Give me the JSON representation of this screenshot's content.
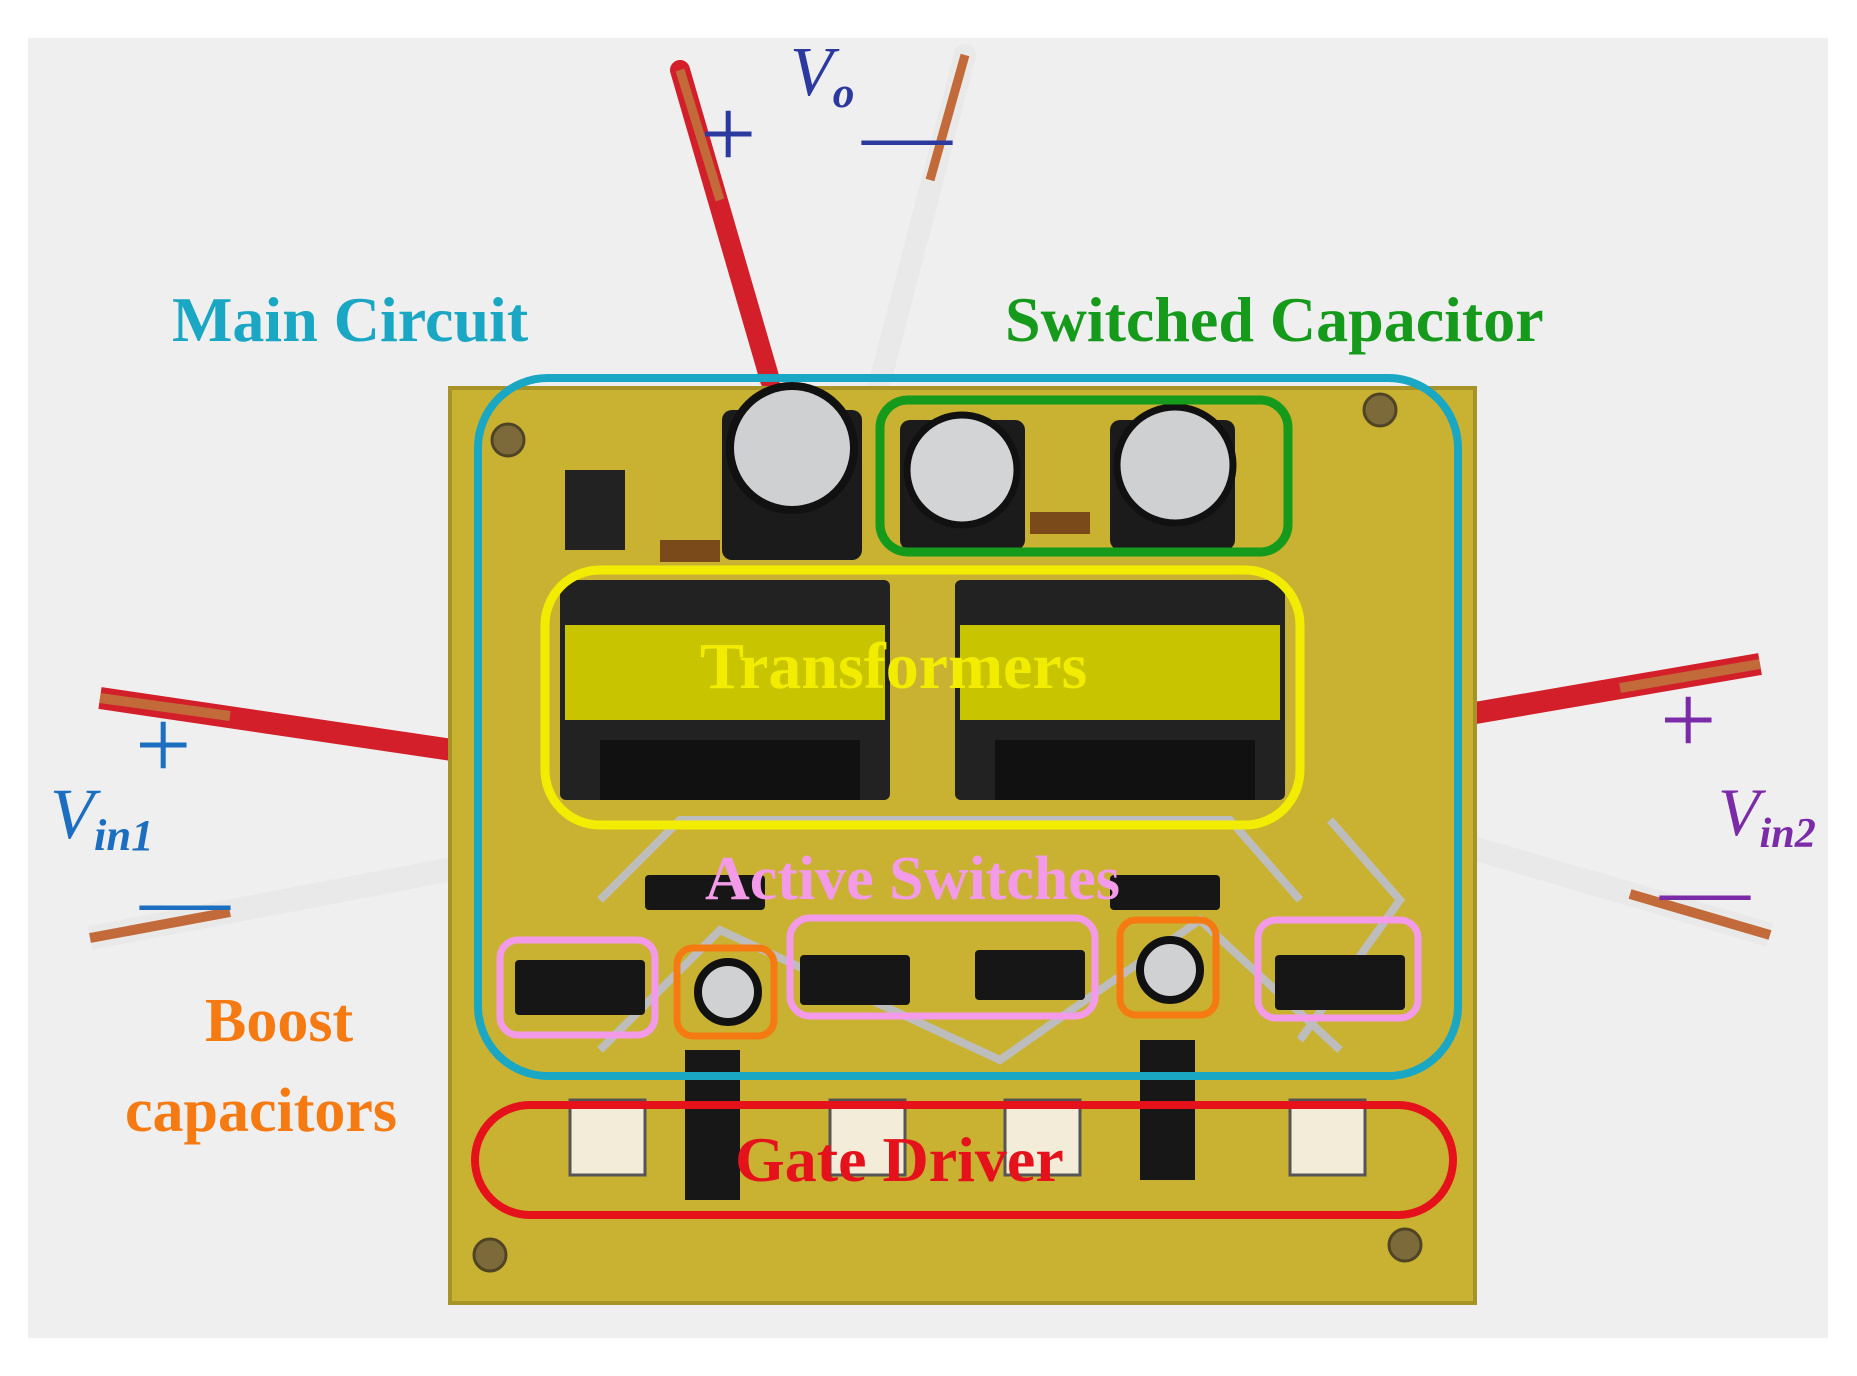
{
  "labels": {
    "main_circuit": "Main Circuit",
    "switched_capacitor": "Switched Capacitor",
    "transformers": "Transformers",
    "active_switches": "Active Switches",
    "boost_capacitors_line1": "Boost",
    "boost_capacitors_line2": "capacitors",
    "gate_driver": "Gate Driver"
  },
  "terminals": {
    "vo": {
      "symbol": "V",
      "subscript": "o",
      "plus": "+",
      "minus": "—"
    },
    "vin1": {
      "symbol": "V",
      "subscript": "in1",
      "plus": "+",
      "minus": "—"
    },
    "vin2": {
      "symbol": "V",
      "subscript": "in2",
      "plus": "+",
      "minus": "—"
    }
  },
  "colors": {
    "main_circuit": "#19a7c4",
    "switched_capacitor": "#169a1c",
    "transformers": "#f2ec00",
    "active_switches": "#f39ae8",
    "boost_capacitors": "#f57a12",
    "gate_driver": "#e5121b",
    "vo": "#2c3aa0",
    "vin1": "#1c6fc0",
    "vin2": "#7b2aa8",
    "pcb": "#c9b232"
  }
}
